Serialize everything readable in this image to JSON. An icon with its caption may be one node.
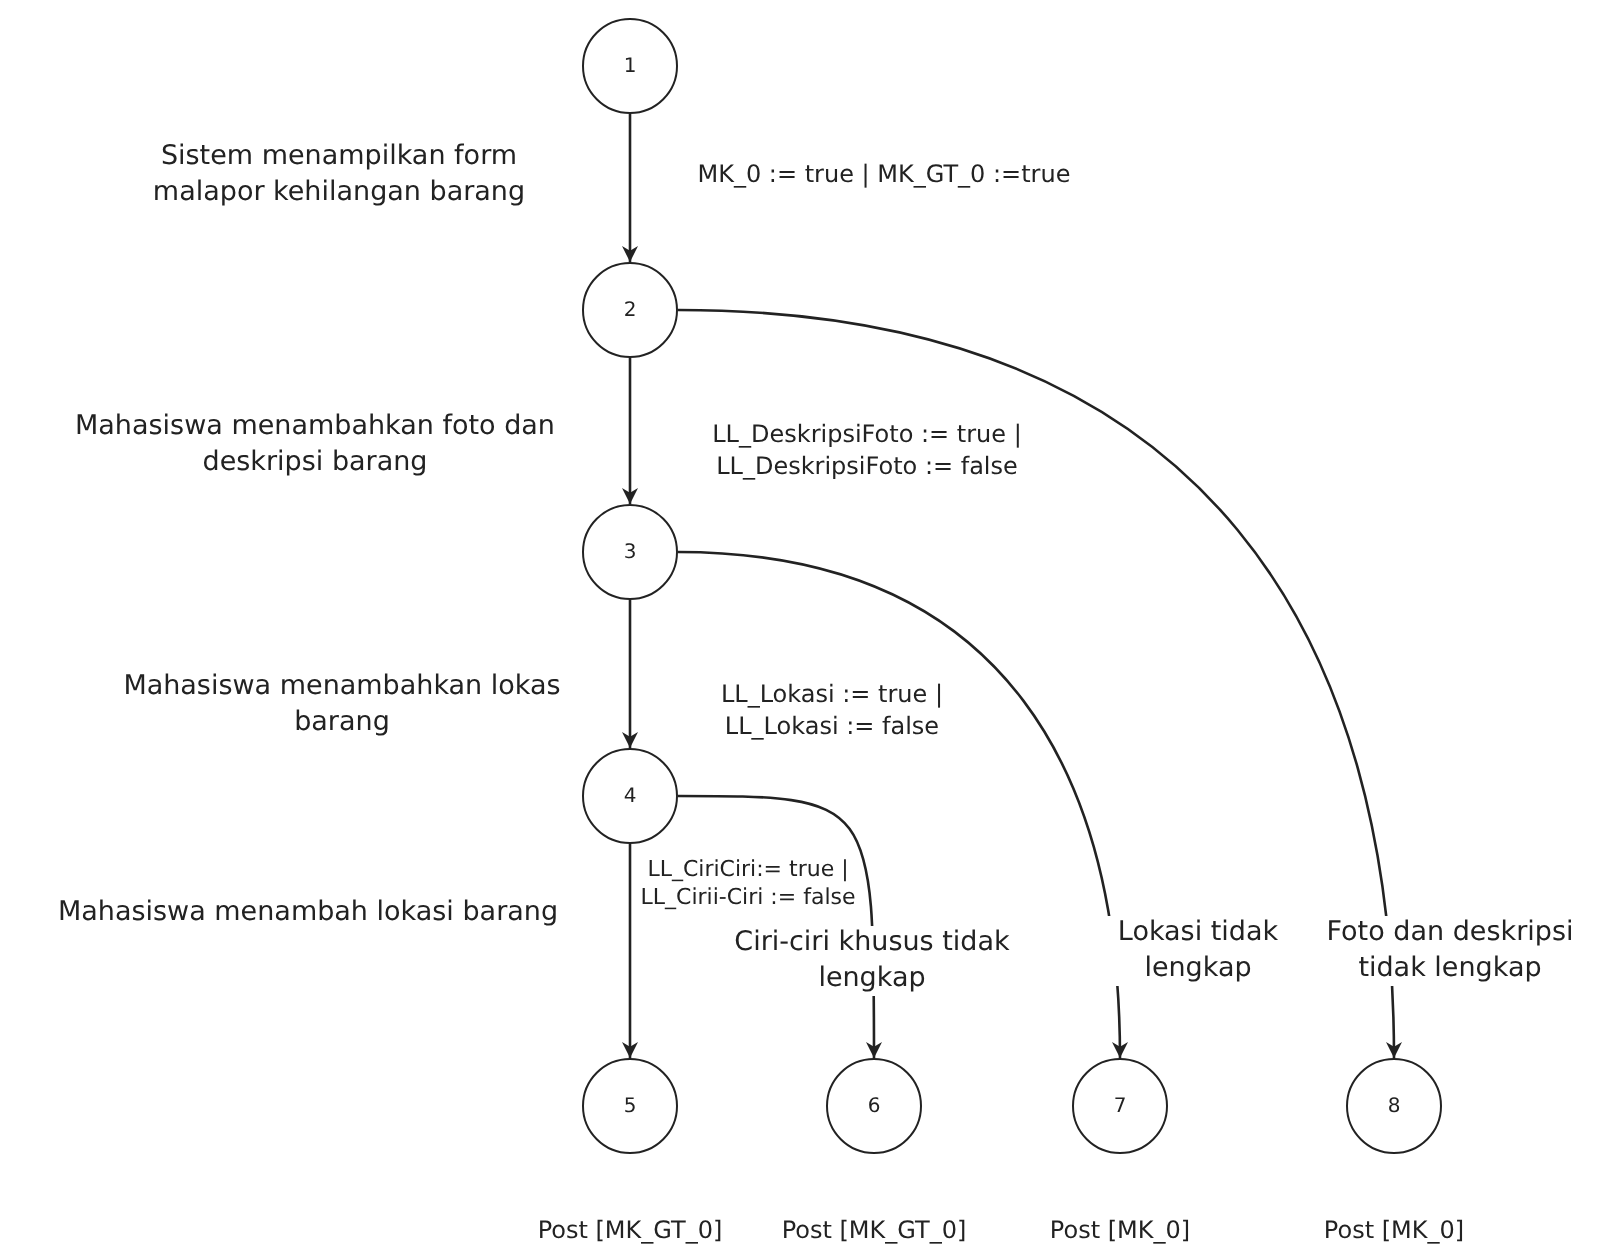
{
  "diagram": {
    "nodes": [
      {
        "text": [
          "1"
        ]
      },
      {
        "text": [
          "2"
        ]
      },
      {
        "text": [
          "3"
        ]
      },
      {
        "text": [
          "4"
        ]
      },
      {
        "text": [
          "5"
        ],
        "beside": [
          "Post [MK_GT_0]"
        ]
      },
      {
        "text": [
          "6"
        ],
        "beside": [
          "Post [MK_GT_0]"
        ]
      },
      {
        "text": [
          "7"
        ],
        "beside": [
          "Post [MK_0]"
        ]
      },
      {
        "text": [
          "8"
        ],
        "beside": [
          "Post [MK_0]"
        ]
      }
    ],
    "edges": [
      {
        "from": 0,
        "to": 1,
        "arrow": "to",
        "label": "MK_0 := true | MK_GT_0 :=true"
      },
      {
        "from": 1,
        "to": 2,
        "arrow": "to",
        "label": "LL_DeskripsiFoto := true | LL_DeskripsiFoto := false"
      },
      {
        "from": 2,
        "to": 3,
        "arrow": "to",
        "label": "LL_Lokasi := true | LL_Lokasi := false"
      },
      {
        "from": 3,
        "to": 4,
        "arrow": "to",
        "label": "LL_CiriCiri:= true | LL_Cirii-Ciri := false"
      },
      {
        "from": 3,
        "to": 5,
        "arrow": "to",
        "label": "Ciri-ciri khusus tidak lengkap"
      },
      {
        "from": 2,
        "to": 6,
        "arrow": "to",
        "label": "Lokasi tidak lengkap"
      },
      {
        "from": 1,
        "to": 7,
        "arrow": "to",
        "label": "Foto dan deskripsi tidak lengkap"
      }
    ],
    "labels": [
      "Sistem menampilkan form malapor kehilangan barang",
      "Mahasiswa menambahkan foto dan deskripsi barang",
      "Mahasiswa menambahkan lokas barang",
      "Mahasiswa menambah lokasi barang"
    ]
  }
}
